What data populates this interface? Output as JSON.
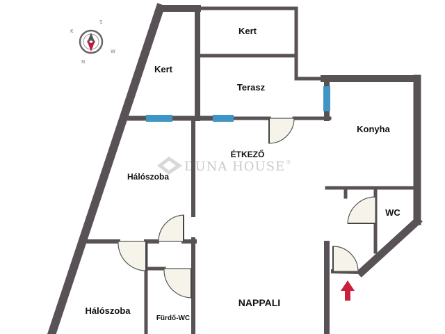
{
  "rooms": {
    "kert_top": "Kert",
    "kert_left": "Kert",
    "terasz": "Terasz",
    "konyha": "Konyha",
    "etkezo": "ÉTKEZŐ",
    "haloszoba_upper": "Hálószoba",
    "haloszoba_lower": "Hálószoba",
    "wc": "WC",
    "furdo_wc": "Fürdő-WC",
    "nappali": "NAPPALI"
  },
  "watermark": {
    "brand": "DUNA HOUSE",
    "mark": "®"
  },
  "colors": {
    "wall": "#585155",
    "window": "#3f95c4",
    "door_fill": "#f6f3ea",
    "entrance_arrow": "#cc1f3c",
    "compass_arrow": "#c0183a"
  },
  "icons": {
    "compass": "compass-icon",
    "entrance": "entrance-arrow-icon",
    "logo": "duna-house-logo-icon"
  }
}
